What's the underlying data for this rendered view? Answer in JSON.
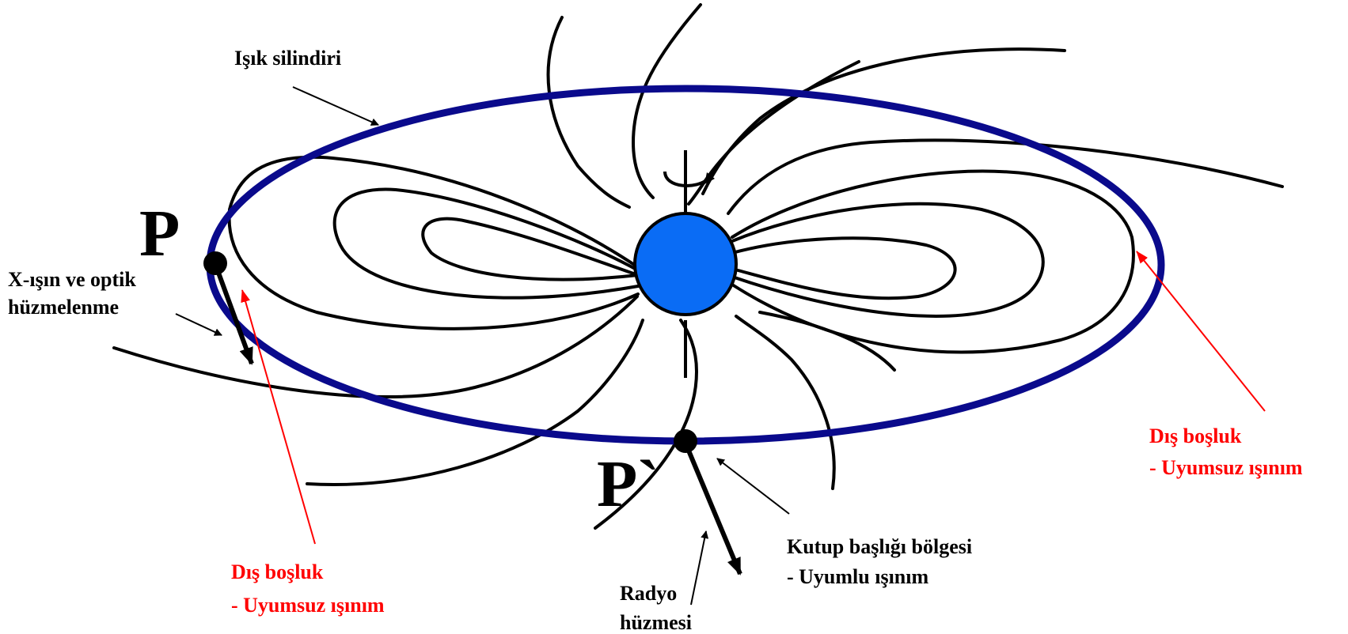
{
  "labels": {
    "light_cylinder": "Işık silindiri",
    "xray_optical_line1": "X-ışın ve optik",
    "xray_optical_line2": "hüzmelenme",
    "point_p": "P",
    "point_p_prime": "P`",
    "outer_gap_left_line1": "Dış boşluk",
    "outer_gap_left_line2": "- Uyumsuz ışınım",
    "outer_gap_right_line1": "Dış boşluk",
    "outer_gap_right_line2": "- Uyumsuz ışınım",
    "polar_cap_line1": "Kutup başlığı bölgesi",
    "polar_cap_line2": "- Uyumlu ışınım",
    "radio_beam_line1": "Radyo",
    "radio_beam_line2": "hüzmesi"
  },
  "colors": {
    "light_cylinder": "#0a0a8c",
    "neutron_star": "#0a6cf5",
    "field_lines": "#000000",
    "label_black": "#000000",
    "label_red": "#ff0000",
    "pointer_red": "#ff0000"
  }
}
